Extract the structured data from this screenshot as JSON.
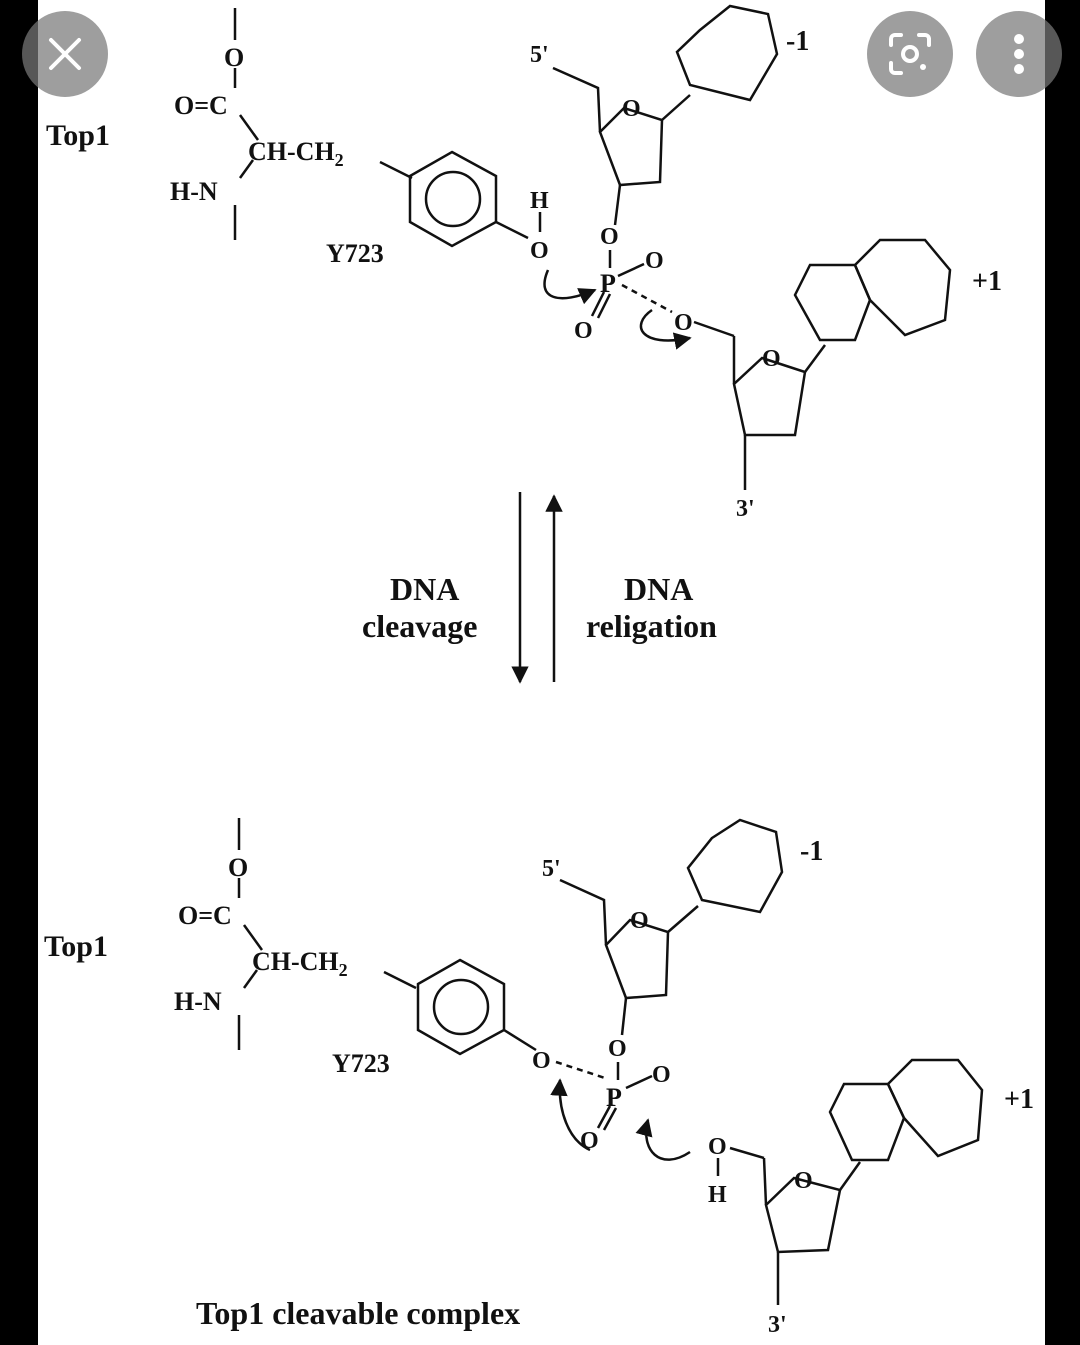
{
  "top": {
    "protein": "Top1",
    "carbonyl": "O=C",
    "ch_ch2": "CH-CH",
    "ch2_sub": "2",
    "amine": "H-N",
    "o": "O",
    "h": "H",
    "p": "P",
    "residue": "Y723",
    "five_prime": "5'",
    "three_prime": "3'",
    "minus1": "-1",
    "plus1": "+1"
  },
  "middle": {
    "cleavage_line1": "DNA",
    "cleavage_line2": "cleavage",
    "religation_line1": "DNA",
    "religation_line2": "religation"
  },
  "bottom": {
    "protein": "Top1",
    "carbonyl": "O=C",
    "ch_ch2": "CH-CH",
    "ch2_sub": "2",
    "amine": "H-N",
    "o": "O",
    "h": "H",
    "p": "P",
    "residue": "Y723",
    "five_prime": "5'",
    "three_prime": "3'",
    "minus1": "-1",
    "plus1": "+1",
    "caption": "Top1 cleavable complex"
  },
  "icons": {
    "close": "close-icon",
    "lens": "lens-icon",
    "more": "more-vertical-icon"
  }
}
